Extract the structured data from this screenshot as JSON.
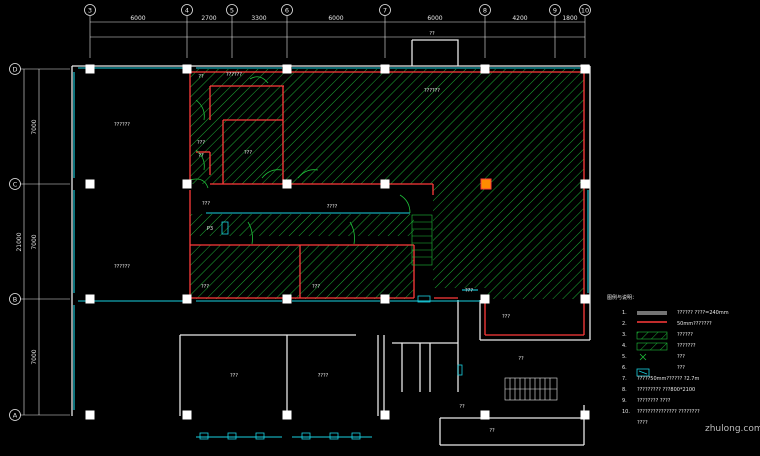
{
  "axes_top": [
    {
      "label": "3"
    },
    {
      "label": "4"
    },
    {
      "label": "5"
    },
    {
      "label": "6"
    },
    {
      "label": "7"
    },
    {
      "label": "8"
    },
    {
      "label": "9"
    },
    {
      "label": "10"
    }
  ],
  "spans_top": [
    "6000",
    "2700",
    "3300",
    "6000",
    "6000",
    "4200",
    "1800"
  ],
  "axes_left": [
    {
      "label": "D"
    },
    {
      "label": "C"
    },
    {
      "label": "B"
    },
    {
      "label": "A"
    }
  ],
  "spans_left": [
    "7000",
    "7000",
    "7000"
  ],
  "total_left": "21000",
  "rooms": {
    "top_room": "??",
    "workshop": "??????",
    "office_left_top": "??????",
    "left_big_upper": "??????",
    "left_big_lower": "??????",
    "small_a": "??",
    "small_b": "???",
    "small_c": "??",
    "small_d": "???",
    "corridor": "????",
    "door_a": "???",
    "door_b": "???",
    "p_label": "P3",
    "room_lower_a": "???",
    "room_lower_b": "???",
    "room_lower_c": "???",
    "bottom_left_big": "???",
    "bottom_mid": "????",
    "stair_room": "??",
    "bottom_box": "??",
    "bottom_small": "??"
  },
  "legend": {
    "title": "图例与说明：",
    "items": [
      {
        "no": "1.",
        "text": "?????? ????=240mm"
      },
      {
        "no": "2.",
        "text": "50mm???????"
      },
      {
        "no": "3.",
        "text": "??????"
      },
      {
        "no": "4.",
        "text": "???????"
      },
      {
        "no": "5.",
        "text": "???"
      },
      {
        "no": "6.",
        "text": "???"
      },
      {
        "no": "7.",
        "text": "?????50mm?????? ?2.7m"
      },
      {
        "no": "8.",
        "text": "????????? ???800*2100"
      },
      {
        "no": "9.",
        "text": "???????? ????"
      },
      {
        "no": "10.",
        "text": "??????????????? ????????"
      },
      {
        "no": "",
        "text": "????"
      }
    ]
  },
  "watermark": "zhulong.com",
  "colors": {
    "wall": "#e8e8e8",
    "partition": "#ff3b3b",
    "glass": "#18d0e0",
    "hatch": "#1fbf3a",
    "accent": "#ff8c00"
  }
}
